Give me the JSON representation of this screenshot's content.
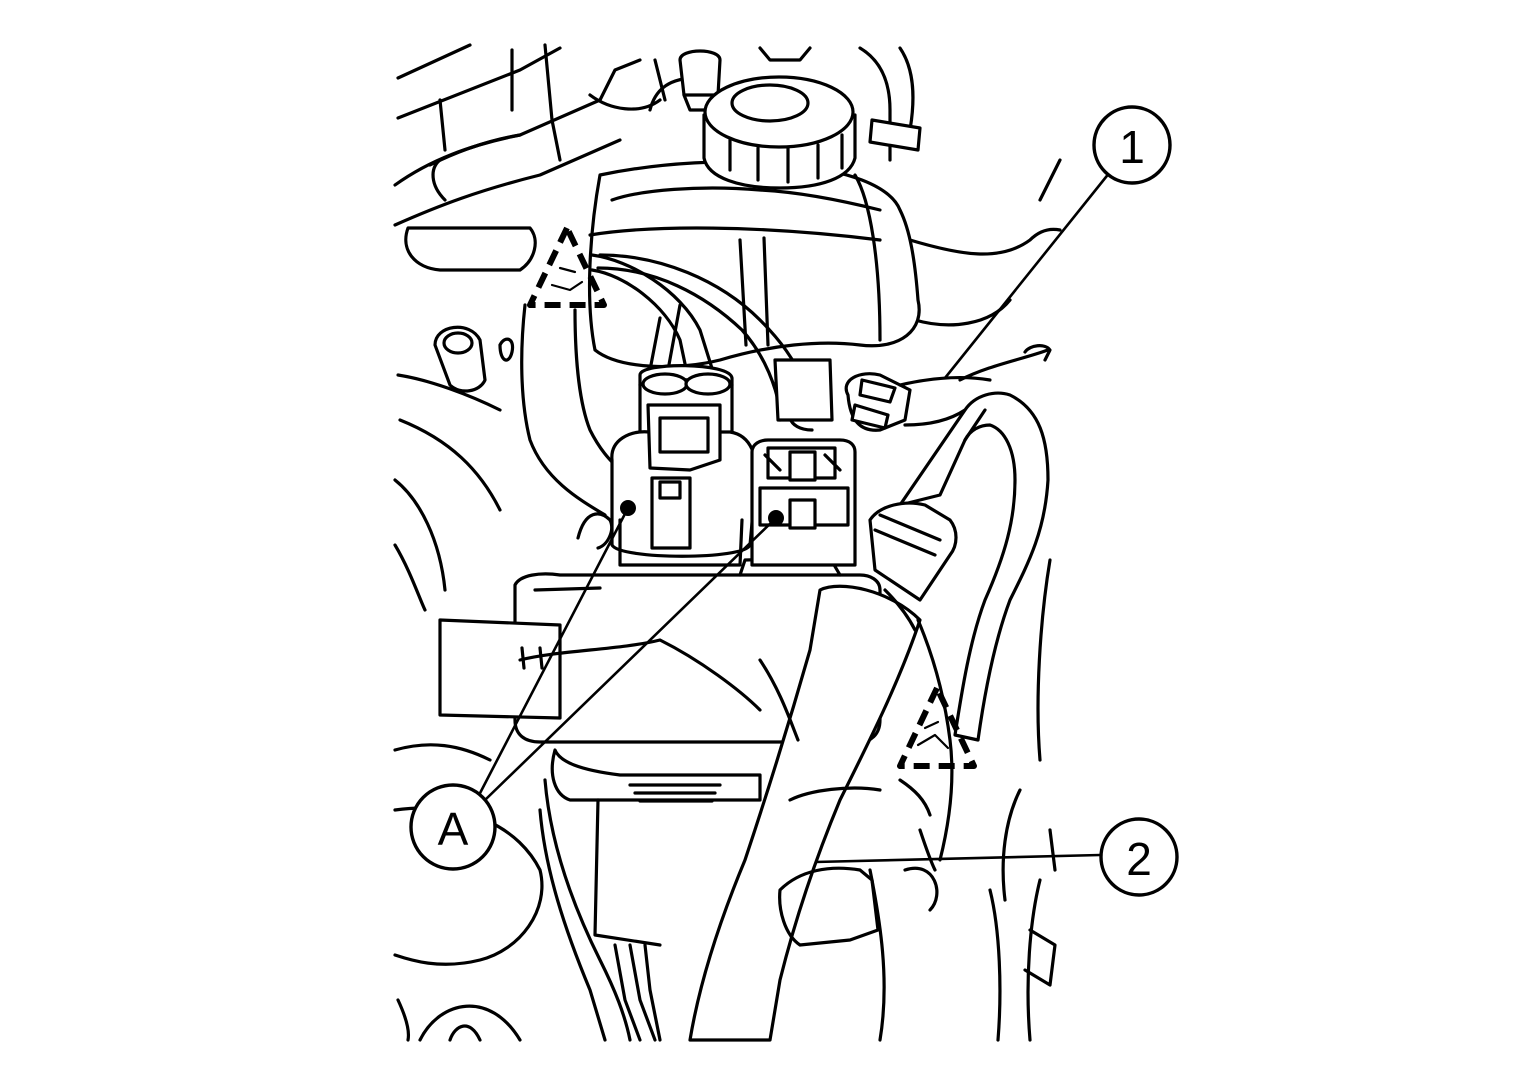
{
  "callouts": {
    "one": "1",
    "two": "2",
    "a": "A"
  },
  "colors": {
    "line": "#000000",
    "background": "#ffffff"
  }
}
